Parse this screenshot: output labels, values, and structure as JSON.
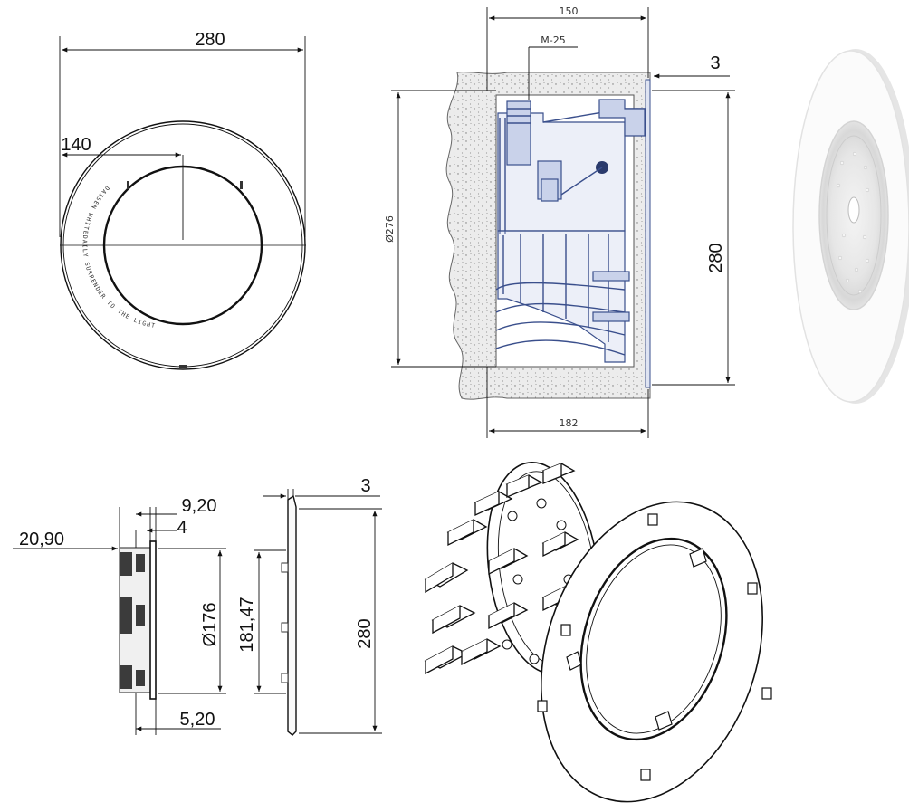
{
  "front_view": {
    "dim_overall_diameter": "280",
    "dim_radius": "140",
    "ring_engraving": "DAISEN WHITEDAILY SURRENDER TO THE LIGHT"
  },
  "section_view": {
    "dim_top_depth": "150",
    "dim_thread": "M-25",
    "dim_flange_thickness": "3",
    "dim_inner_diameter": "Ø276",
    "dim_outer_diameter": "280",
    "dim_bottom_depth": "182"
  },
  "side_profile": {
    "dim_lamp_depth": "9,20",
    "dim_gap": "4",
    "dim_body_depth": "20,90",
    "dim_lens_diameter": "Ø176",
    "dim_base_thickness": "5,20"
  },
  "flange_profile": {
    "dim_thickness": "3",
    "dim_mount_diameter": "181,47",
    "dim_outer_diameter": "280"
  },
  "colors": {
    "line": "#111111",
    "section_metal": "#3a4f8c",
    "section_fill": "#c9d2ea",
    "concrete": "#ececec"
  }
}
